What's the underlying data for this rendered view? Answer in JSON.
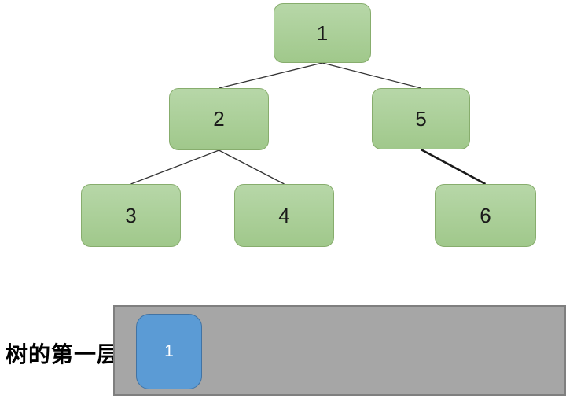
{
  "tree": {
    "nodes": [
      {
        "id": "n1",
        "label": "1"
      },
      {
        "id": "n2",
        "label": "2"
      },
      {
        "id": "n5",
        "label": "5"
      },
      {
        "id": "n3",
        "label": "3"
      },
      {
        "id": "n4",
        "label": "4"
      },
      {
        "id": "n6",
        "label": "6"
      }
    ],
    "edges": [
      {
        "from": "n1",
        "to": "n2",
        "bold": false
      },
      {
        "from": "n1",
        "to": "n5",
        "bold": false
      },
      {
        "from": "n2",
        "to": "n3",
        "bold": false
      },
      {
        "from": "n2",
        "to": "n4",
        "bold": false
      },
      {
        "from": "n5",
        "to": "n6",
        "bold": true
      }
    ]
  },
  "legend": {
    "label": "树的第一层",
    "level_nodes": [
      {
        "id": "b1",
        "label": "1"
      }
    ]
  },
  "colors": {
    "node_fill_top": "#b7d7a8",
    "node_fill_bottom": "#a0c88b",
    "node_border": "#87ad6d",
    "edge": "#333333",
    "level_bar_fill": "#a6a6a6",
    "level_bar_border": "#7f7f7f",
    "level_node_fill": "#5b9bd5",
    "level_node_border": "#4173a4",
    "level_node_text": "#ffffff",
    "text": "#000000"
  }
}
